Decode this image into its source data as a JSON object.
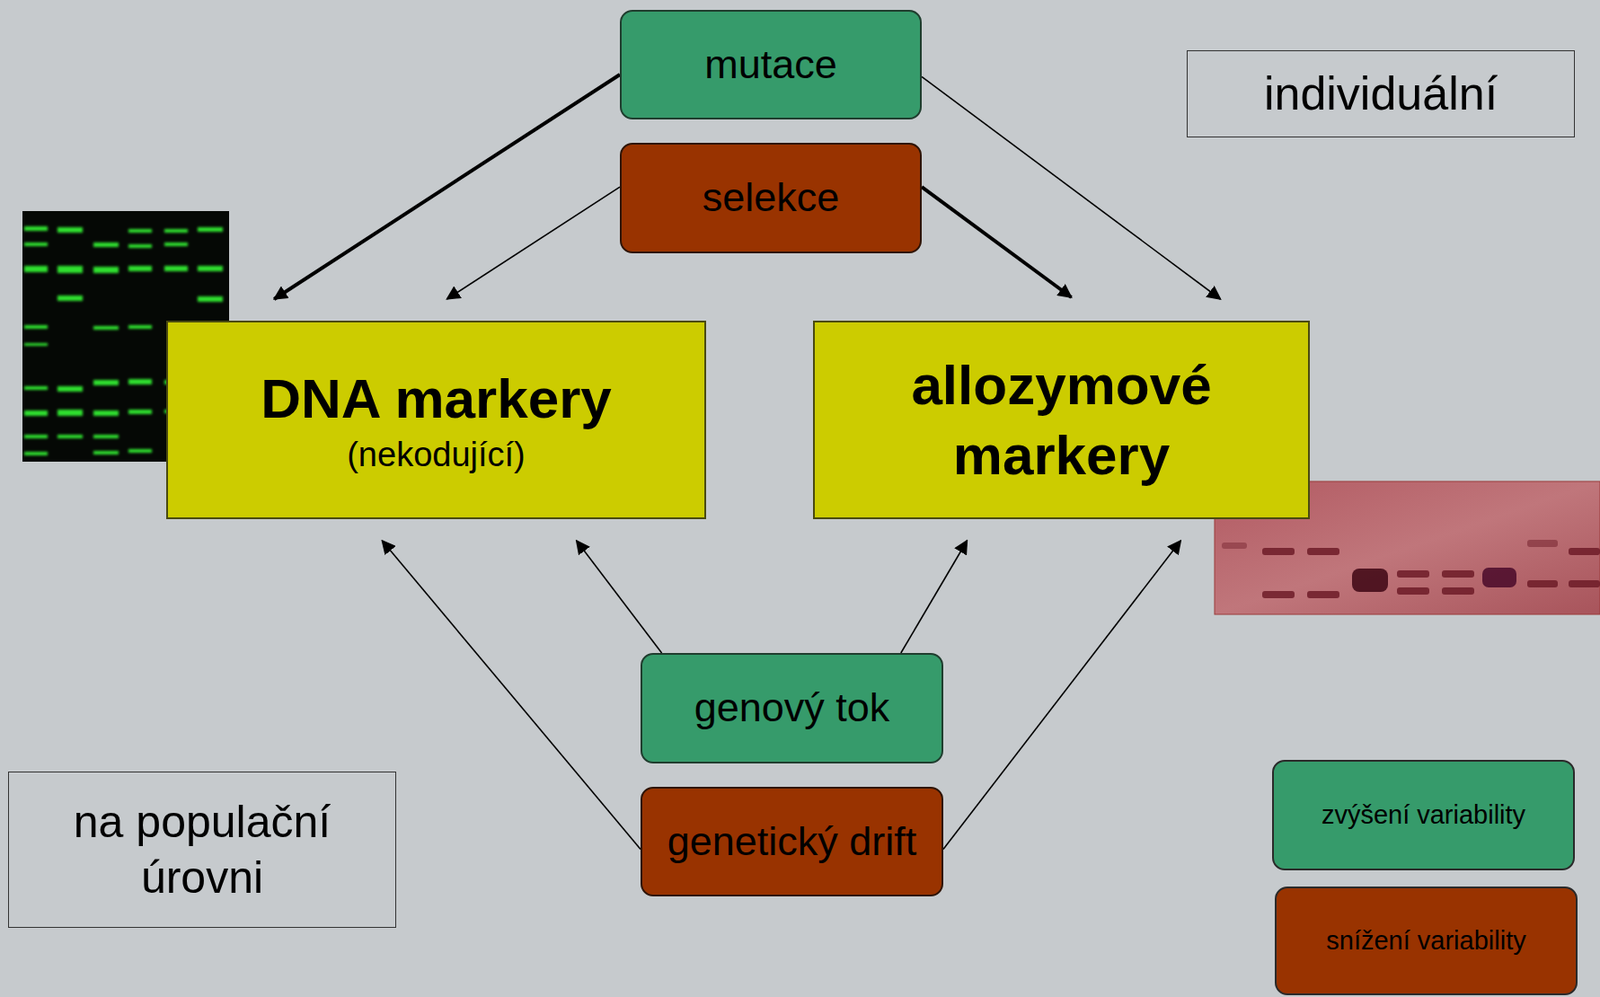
{
  "diagram": {
    "nodes": [
      {
        "text": [
          "mutace"
        ]
      },
      {
        "text": [
          "selekce"
        ]
      },
      {
        "text": [
          "individuální"
        ]
      },
      {
        "text": [
          "DNA markery",
          "(nekodující)"
        ]
      },
      {
        "text": [
          "allozymové markery"
        ]
      },
      {
        "text": [
          "genový tok"
        ]
      },
      {
        "text": [
          "genetický drift"
        ]
      },
      {
        "text": [
          "na populační úrovni"
        ]
      }
    ],
    "edges": [
      {
        "from": 0,
        "to": 3,
        "arrow": "to"
      },
      {
        "from": 0,
        "to": 4,
        "arrow": "to"
      },
      {
        "from": 1,
        "to": 3,
        "arrow": "to"
      },
      {
        "from": 1,
        "to": 4,
        "arrow": "to"
      },
      {
        "from": 5,
        "to": 3,
        "arrow": "to"
      },
      {
        "from": 5,
        "to": 4,
        "arrow": "to"
      },
      {
        "from": 6,
        "to": 3,
        "arrow": "to"
      },
      {
        "from": 6,
        "to": 4,
        "arrow": "to"
      }
    ],
    "legend": [
      {
        "text": "zvýšení variability",
        "color": "#369b6b"
      },
      {
        "text": "snížení variability",
        "color": "#993300"
      }
    ]
  }
}
